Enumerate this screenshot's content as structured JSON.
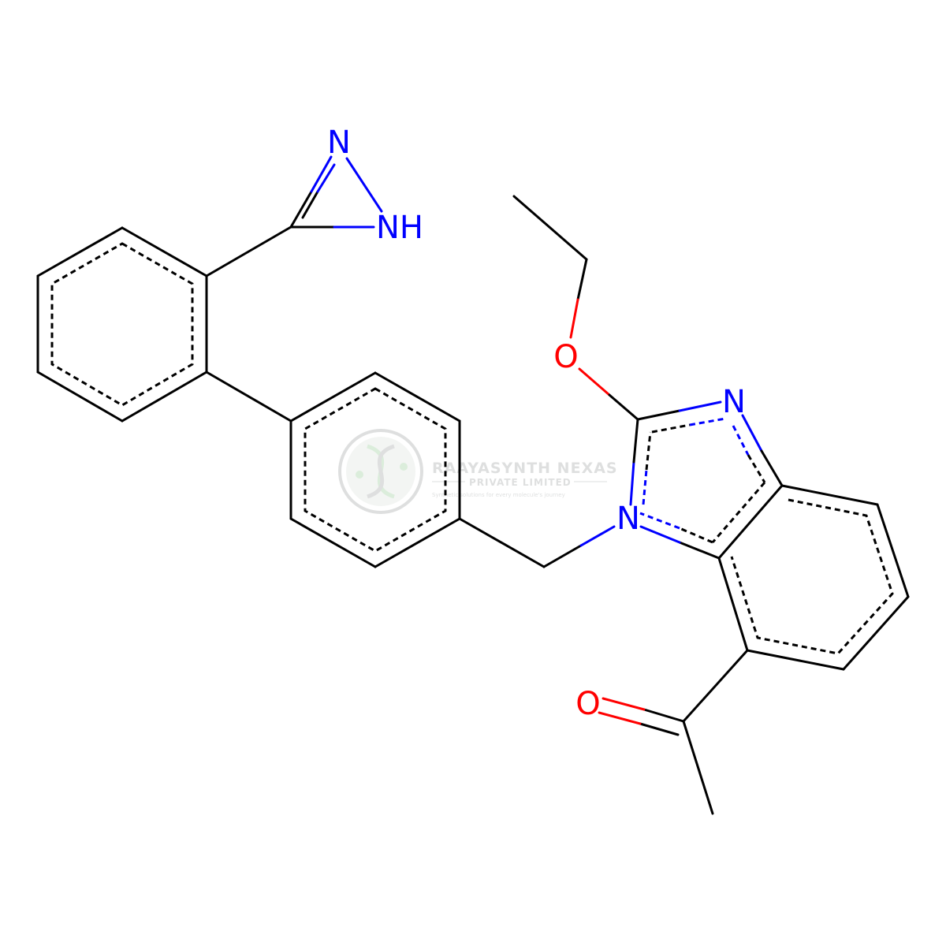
{
  "molecule": {
    "atoms": {
      "diazirine_n": "N",
      "diazirine_nh": "NH",
      "ether_o": "O",
      "imidazole_n3": "N",
      "imidazole_n1": "N",
      "carbonyl_o": "O"
    },
    "colors": {
      "bond": "#000000",
      "nitrogen": "#0000ff",
      "oxygen": "#ff0000"
    }
  },
  "watermark": {
    "title": "RAAYASYNTH NEXAS",
    "subtitle": "PRIVATE LIMITED",
    "tagline": "Synthetic solutions for every molecule's journey",
    "color": "#9aa0a0"
  }
}
